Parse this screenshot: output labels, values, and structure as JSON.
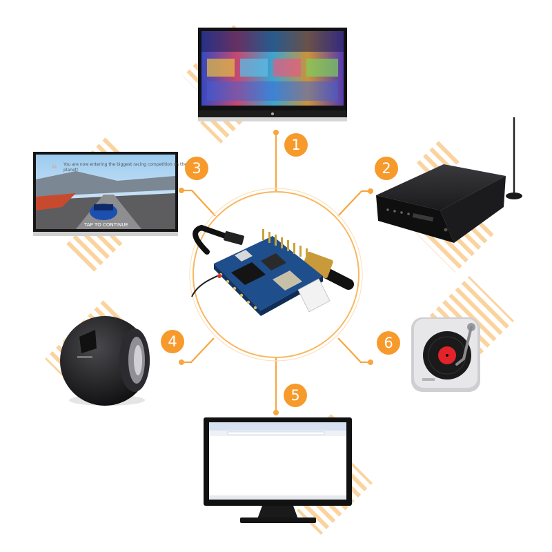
{
  "colors": {
    "accent": "#F79A2C",
    "accent_light": "#FAD39F",
    "line": "#F7A640",
    "device_dark": "#1E1E20",
    "pcb_blue": "#1E4E8C"
  },
  "hub": {
    "name": "development board",
    "icon": "board-icon"
  },
  "nodes": [
    {
      "id": "tv",
      "number": "1",
      "icon": "smart-tv-icon"
    },
    {
      "id": "tv-box",
      "number": "2",
      "icon": "set-top-box-icon"
    },
    {
      "id": "game-display",
      "number": "3",
      "icon": "game-display-icon"
    },
    {
      "id": "speaker",
      "number": "4",
      "icon": "speaker-icon"
    },
    {
      "id": "monitor",
      "number": "5",
      "icon": "monitor-icon"
    },
    {
      "id": "music-player",
      "number": "6",
      "icon": "turntable-icon"
    }
  ],
  "game_screen": {
    "caption_line1": "You are now entering the biggest racing competition on the",
    "caption_line2": "planet!",
    "prompt": "TAP TO CONTINUE"
  }
}
